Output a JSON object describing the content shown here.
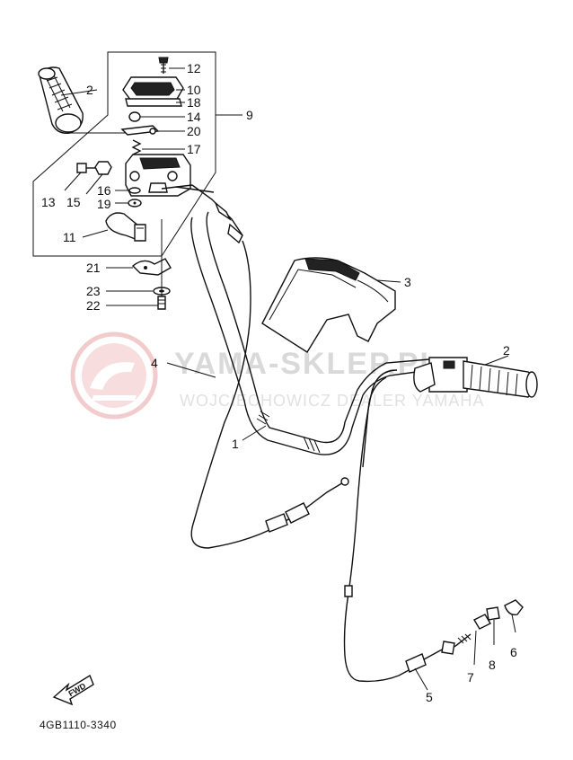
{
  "diagram": {
    "catalog_code": "4GB1110-3340",
    "direction_label": "FWD",
    "watermark": {
      "title": "YAMA-SKLEP.PL",
      "subtitle": "WOJCIECHOWICZ DEALER YAMAHA"
    },
    "callouts": {
      "c1": "1",
      "c2_left": "2",
      "c2_right": "2",
      "c3": "3",
      "c4": "4",
      "c5": "5",
      "c6": "6",
      "c7": "7",
      "c8": "8",
      "c9": "9",
      "c10": "10",
      "c11": "11",
      "c12": "12",
      "c13": "13",
      "c14": "14",
      "c15": "15",
      "c16": "16",
      "c17": "17",
      "c18": "18",
      "c19": "19",
      "c20": "20",
      "c21": "21",
      "c22": "22",
      "c23": "23"
    }
  }
}
